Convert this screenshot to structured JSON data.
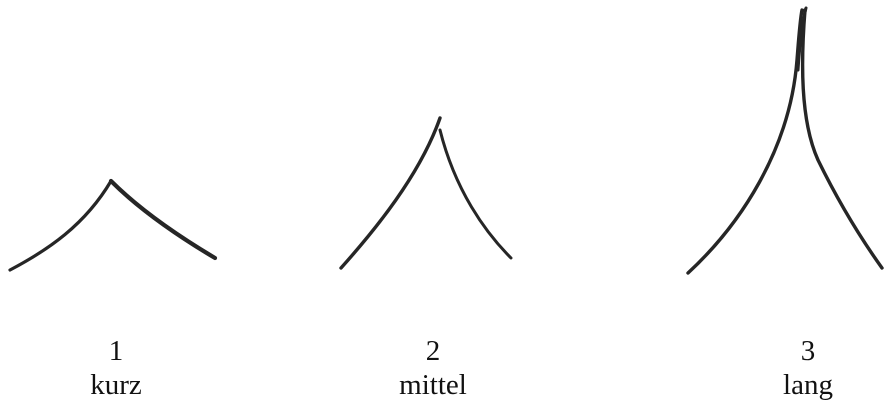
{
  "figures": [
    {
      "number": "1",
      "caption": "kurz"
    },
    {
      "number": "2",
      "caption": "mittel"
    },
    {
      "number": "3",
      "caption": "lang"
    }
  ],
  "colors": {
    "stroke": "#262626",
    "text": "#111111",
    "background": "#ffffff"
  }
}
